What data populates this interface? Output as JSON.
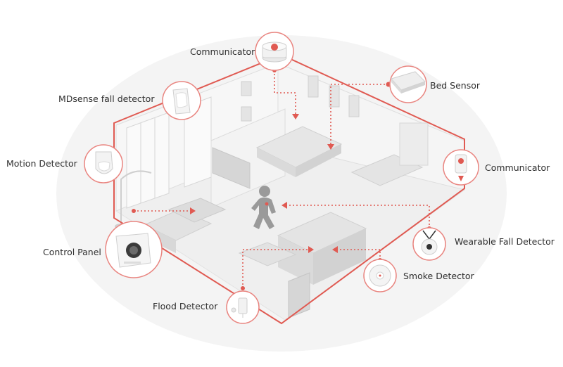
{
  "colors": {
    "accent": "#e05a52",
    "ring": "#e98580",
    "halo": "#efefef",
    "wall": "#d8d8d8",
    "floor": "#ececec",
    "furniture": "#dcdcdc",
    "label_text": "#2f2f2f"
  },
  "devices": [
    {
      "id": "communicator-top",
      "label": "Communicator",
      "icon": "communicator-icon"
    },
    {
      "id": "bed-sensor",
      "label": "Bed Sensor",
      "icon": "bed-sensor-icon"
    },
    {
      "id": "mdsense-fall-detector",
      "label": "MDsense fall detector",
      "icon": "fall-detector-icon"
    },
    {
      "id": "motion-detector",
      "label": "Motion Detector",
      "icon": "motion-detector-icon"
    },
    {
      "id": "communicator-right",
      "label": "Communicator",
      "icon": "pendant-communicator-icon"
    },
    {
      "id": "control-panel",
      "label": "Control Panel",
      "icon": "control-panel-icon"
    },
    {
      "id": "wearable-fall-detector",
      "label": "Wearable Fall Detector",
      "icon": "wearable-pendant-icon"
    },
    {
      "id": "smoke-detector",
      "label": "Smoke Detector",
      "icon": "smoke-detector-icon"
    },
    {
      "id": "flood-detector",
      "label": "Flood Detector",
      "icon": "flood-detector-icon"
    }
  ],
  "person_icon": "walking-person-icon"
}
